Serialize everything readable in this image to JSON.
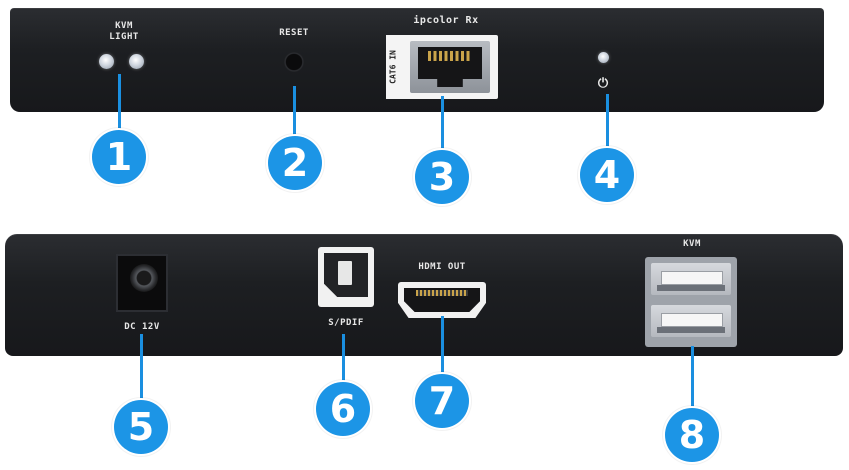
{
  "top_panel": {
    "kvm_light_label_line1": "KVM",
    "kvm_light_label_line2": "LIGHT",
    "reset_label": "RESET",
    "rj45_label": "ipcolor Rx",
    "cat6_label": "CAT6 IN",
    "power_symbol": "⏻"
  },
  "bottom_panel": {
    "dc_label": "DC 12V",
    "spdif_label": "S/PDIF",
    "hdmi_label": "HDMI OUT",
    "kvm_label": "KVM"
  },
  "callouts": [
    "1",
    "2",
    "3",
    "4",
    "5",
    "6",
    "7",
    "8"
  ],
  "colors": {
    "badge": "#1c95e6",
    "panel": "#1d1f22",
    "label": "#e8e8e8"
  }
}
